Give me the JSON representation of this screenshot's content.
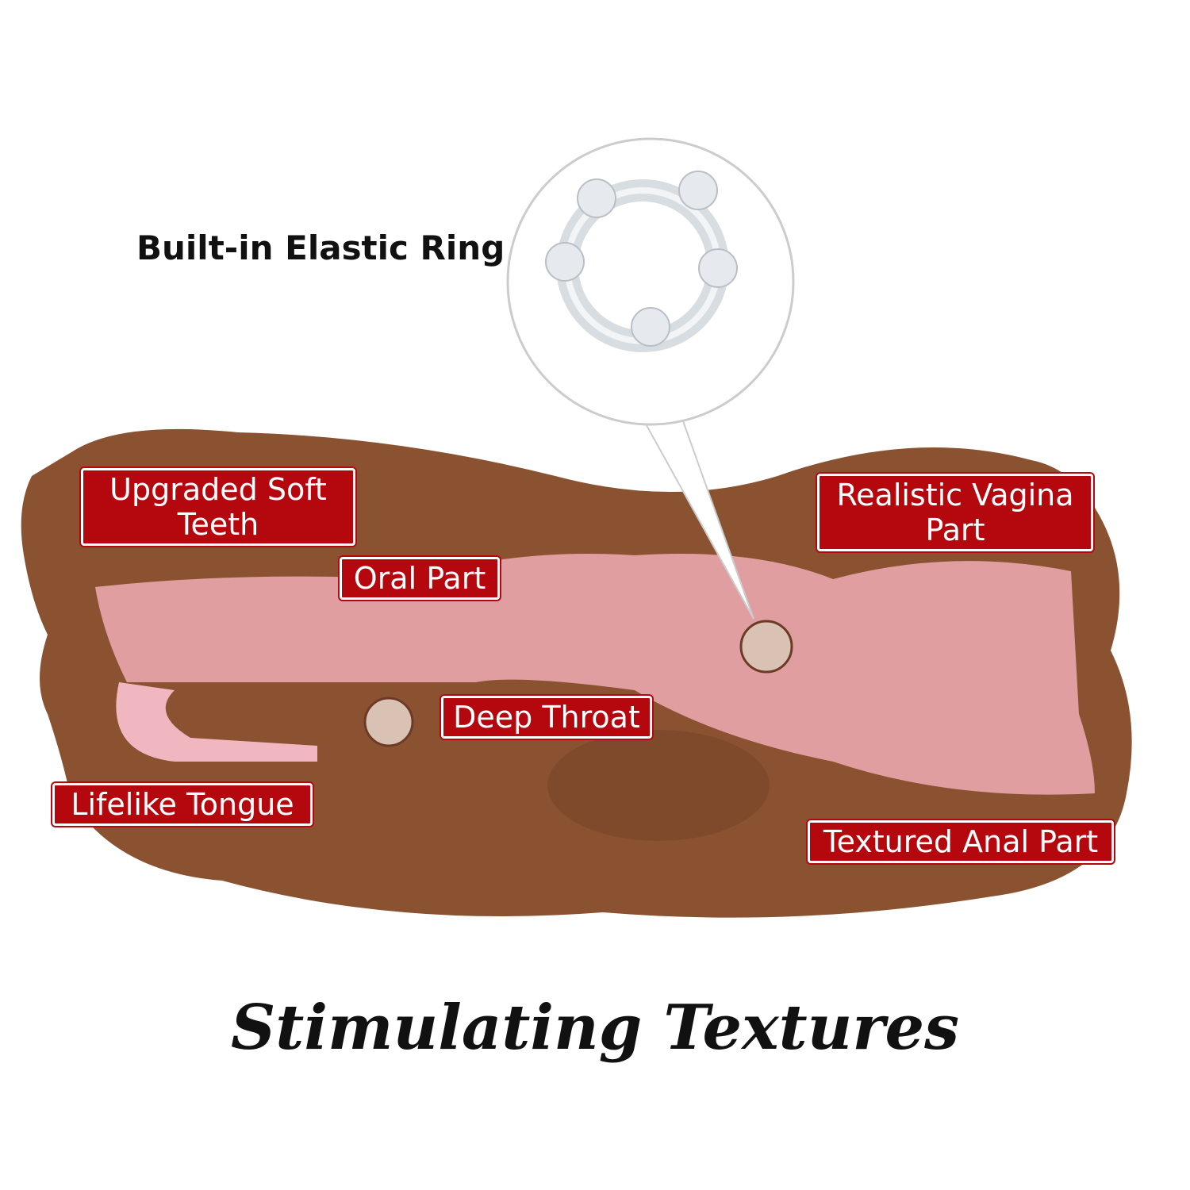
{
  "callout": {
    "ring_label": "Built-in Elastic Ring"
  },
  "labels": {
    "teeth": "Upgraded Soft Teeth",
    "oral": "Oral Part",
    "vagina": "Realistic Vagina Part",
    "throat": "Deep Throat",
    "tongue": "Lifelike Tongue",
    "anal": "Textured Anal Part"
  },
  "title": "Stimulating Textures",
  "colors": {
    "label_bg": "#b5080e",
    "body": "#8b5232",
    "inner": "#e9a6ad"
  }
}
